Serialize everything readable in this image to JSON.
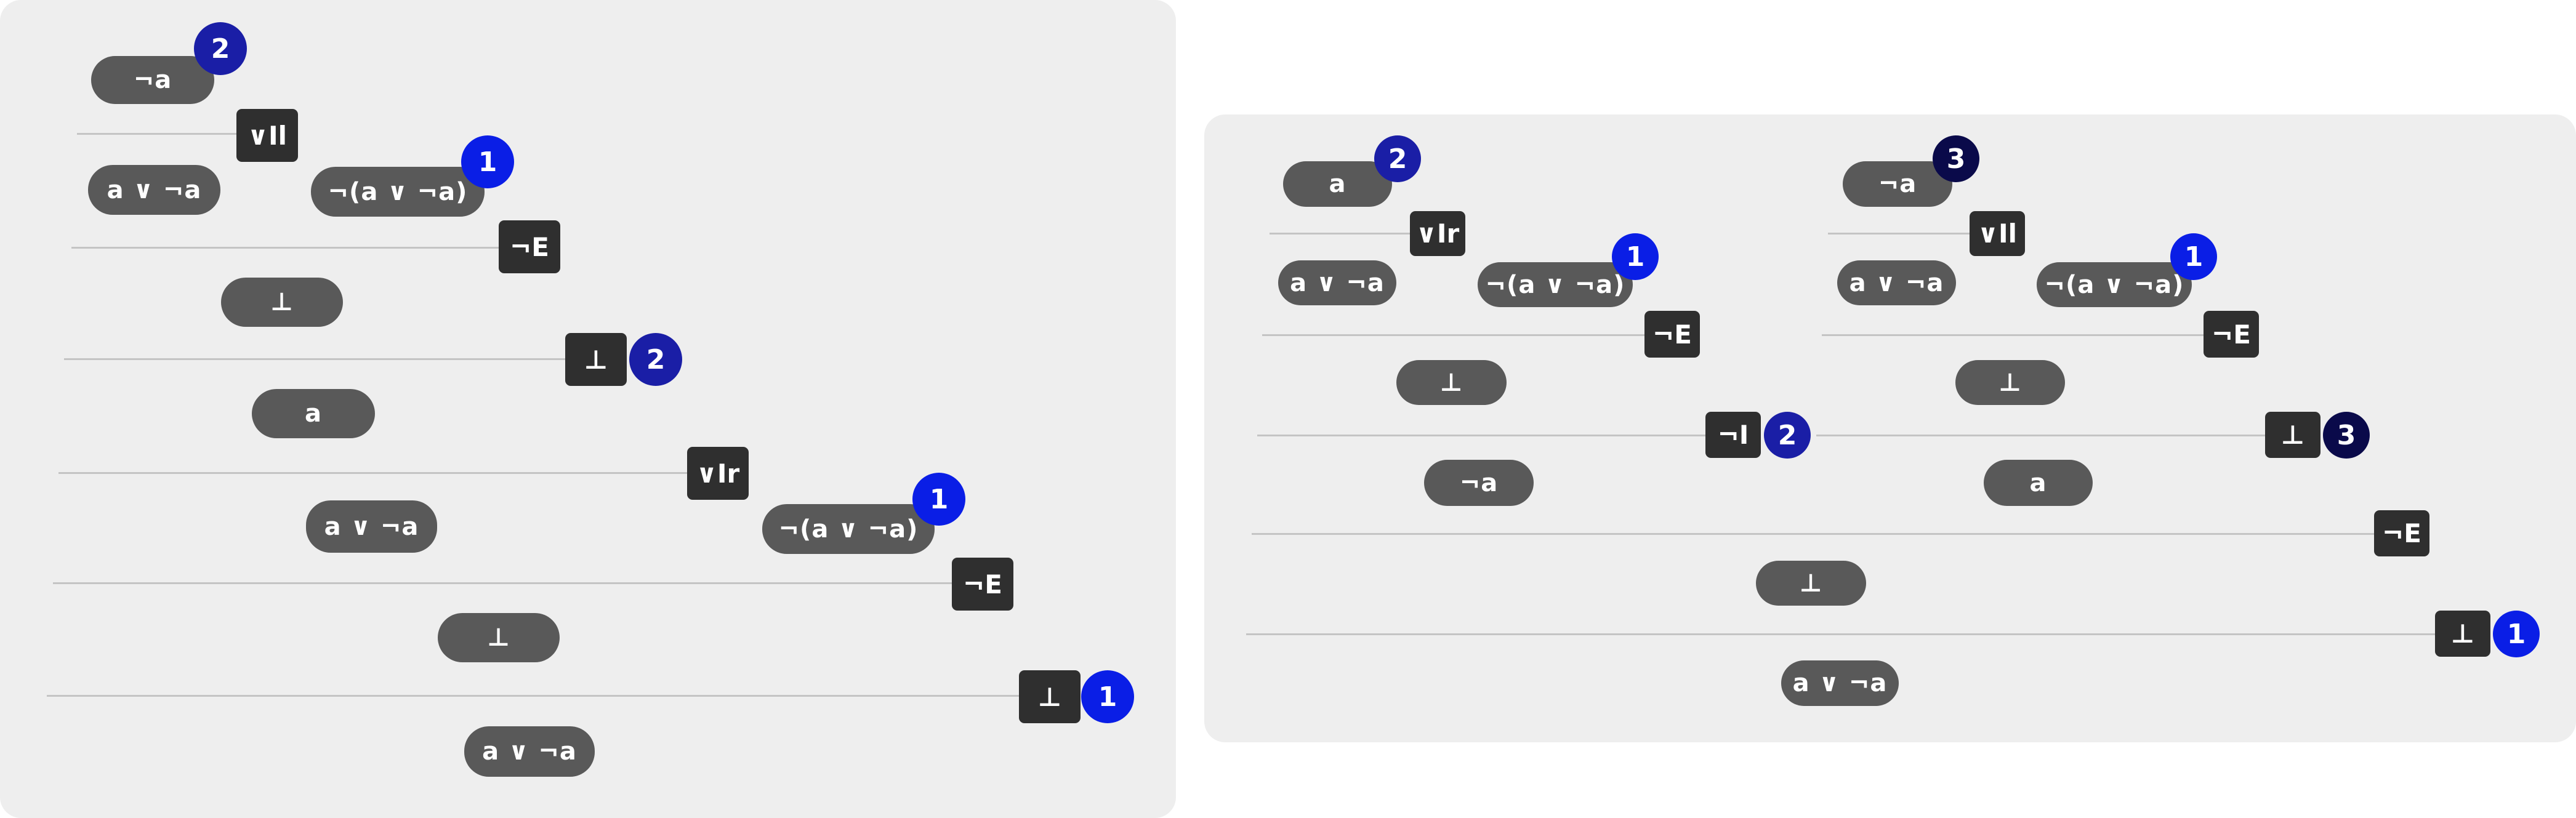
{
  "colors": {
    "panel": "#eeeeee",
    "formula_pill": "#595959",
    "rule_box": "#2f2f2f",
    "rule_line": "#c4c4c4",
    "badge_1": "#0a1ee6",
    "badge_2": "#1a1ea6",
    "badge_3": "#0a0a4a"
  },
  "left_proof": {
    "formulas": [
      "¬a",
      "a ∨ ¬a",
      "¬(a ∨ ¬a)",
      "⊥",
      "a",
      "a ∨ ¬a",
      "¬(a ∨ ¬a)",
      "⊥",
      "a ∨ ¬a"
    ],
    "rules": [
      "∨Il",
      "¬E",
      "⊥",
      "∨Ir",
      "¬E",
      "⊥"
    ],
    "badges": [
      "2",
      "1",
      "2",
      "1",
      "1"
    ]
  },
  "right_proof": {
    "formulas": [
      "a",
      "a ∨ ¬a",
      "¬(a ∨ ¬a)",
      "⊥",
      "¬a",
      "¬a",
      "a ∨ ¬a",
      "¬(a ∨ ¬a)",
      "⊥",
      "a",
      "⊥",
      "a ∨ ¬a"
    ],
    "rules": [
      "∨Ir",
      "¬E",
      "¬I",
      "∨Il",
      "¬E",
      "⊥",
      "¬E",
      "⊥"
    ],
    "badges": [
      "2",
      "1",
      "2",
      "3",
      "1",
      "3",
      "1"
    ]
  }
}
